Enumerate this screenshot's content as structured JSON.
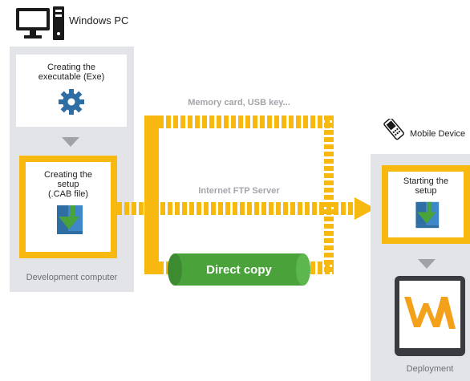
{
  "left_header": {
    "label": "Windows PC"
  },
  "right_header": {
    "label": "Mobile Device"
  },
  "dev_panel": {
    "card1": {
      "line1": "Creating the",
      "line2": "executable (Exe)",
      "icon": "gear-icon"
    },
    "card2": {
      "line1": "Creating the",
      "line2": "setup",
      "line3": "(.CAB file)",
      "icon": "install-download-icon"
    },
    "caption": "Development computer"
  },
  "routes": {
    "top": "Memory card, USB key...",
    "middle": "Internet FTP Server",
    "bottom": "Direct copy"
  },
  "deploy_panel": {
    "card1": {
      "line1": "Starting the",
      "line2": "setup",
      "icon": "install-download-icon"
    },
    "app_logo": "windev-mobile-logo",
    "caption": "Deployment"
  },
  "colors": {
    "accent": "#f7b90f",
    "panel": "#e3e4e8",
    "arrow_gray": "#a0a2a7",
    "green": "#4aa23a",
    "blue": "#3e87c8"
  }
}
